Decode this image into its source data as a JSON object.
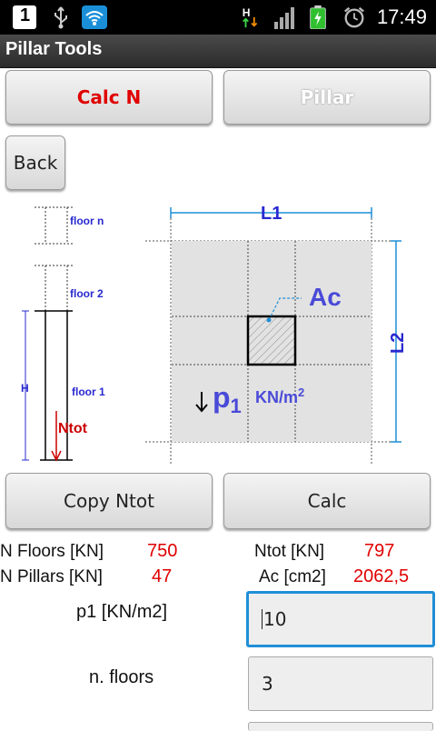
{
  "status_bar": {
    "time": "17:49",
    "notification_count": "1"
  },
  "app_title": "Pillar Tools",
  "buttons": {
    "calc_n": "Calc N",
    "pillar": "Pillar",
    "back": "Back",
    "copy_ntot": "Copy  Ntot",
    "calc": "Calc"
  },
  "diagram": {
    "floor_n": "floor n",
    "floor_2": "floor 2",
    "floor_1": "floor 1",
    "h": "H",
    "ntot": "Ntot",
    "l1": "L1",
    "l2": "L2",
    "ac": "Ac",
    "p": "p",
    "p_sub": "1",
    "unit": "KN/m",
    "unit_sup": "2"
  },
  "results": {
    "n_floors_label": "N Floors [KN]",
    "n_floors_value": "750",
    "n_pillars_label": "N Pillars [KN]",
    "n_pillars_value": "47",
    "ntot_label": "Ntot [KN]",
    "ntot_value": "797",
    "ac_label": "Ac [cm2]",
    "ac_value": "2062,5"
  },
  "inputs": {
    "p1_label": "p1 [KN/m2]",
    "p1_value": "10",
    "floors_label": "n. floors",
    "floors_value": "3"
  },
  "colors": {
    "accent": "#1f8fd6",
    "value_red": "#e00000",
    "diagram_blue": "#2828d0"
  }
}
